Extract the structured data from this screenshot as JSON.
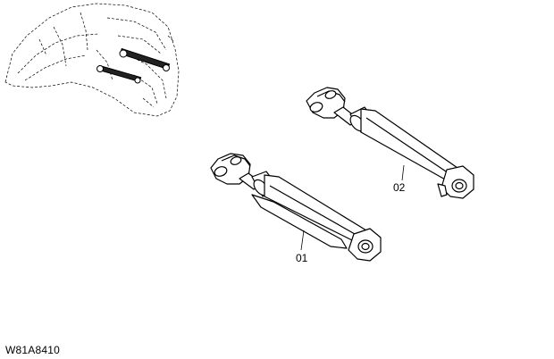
{
  "parts": [
    {
      "callout": "01",
      "name": "cylinder-01"
    },
    {
      "callout": "02",
      "name": "cylinder-02"
    }
  ],
  "drawing_code": "W81A8410",
  "line_color": "#000000",
  "background": "#ffffff"
}
